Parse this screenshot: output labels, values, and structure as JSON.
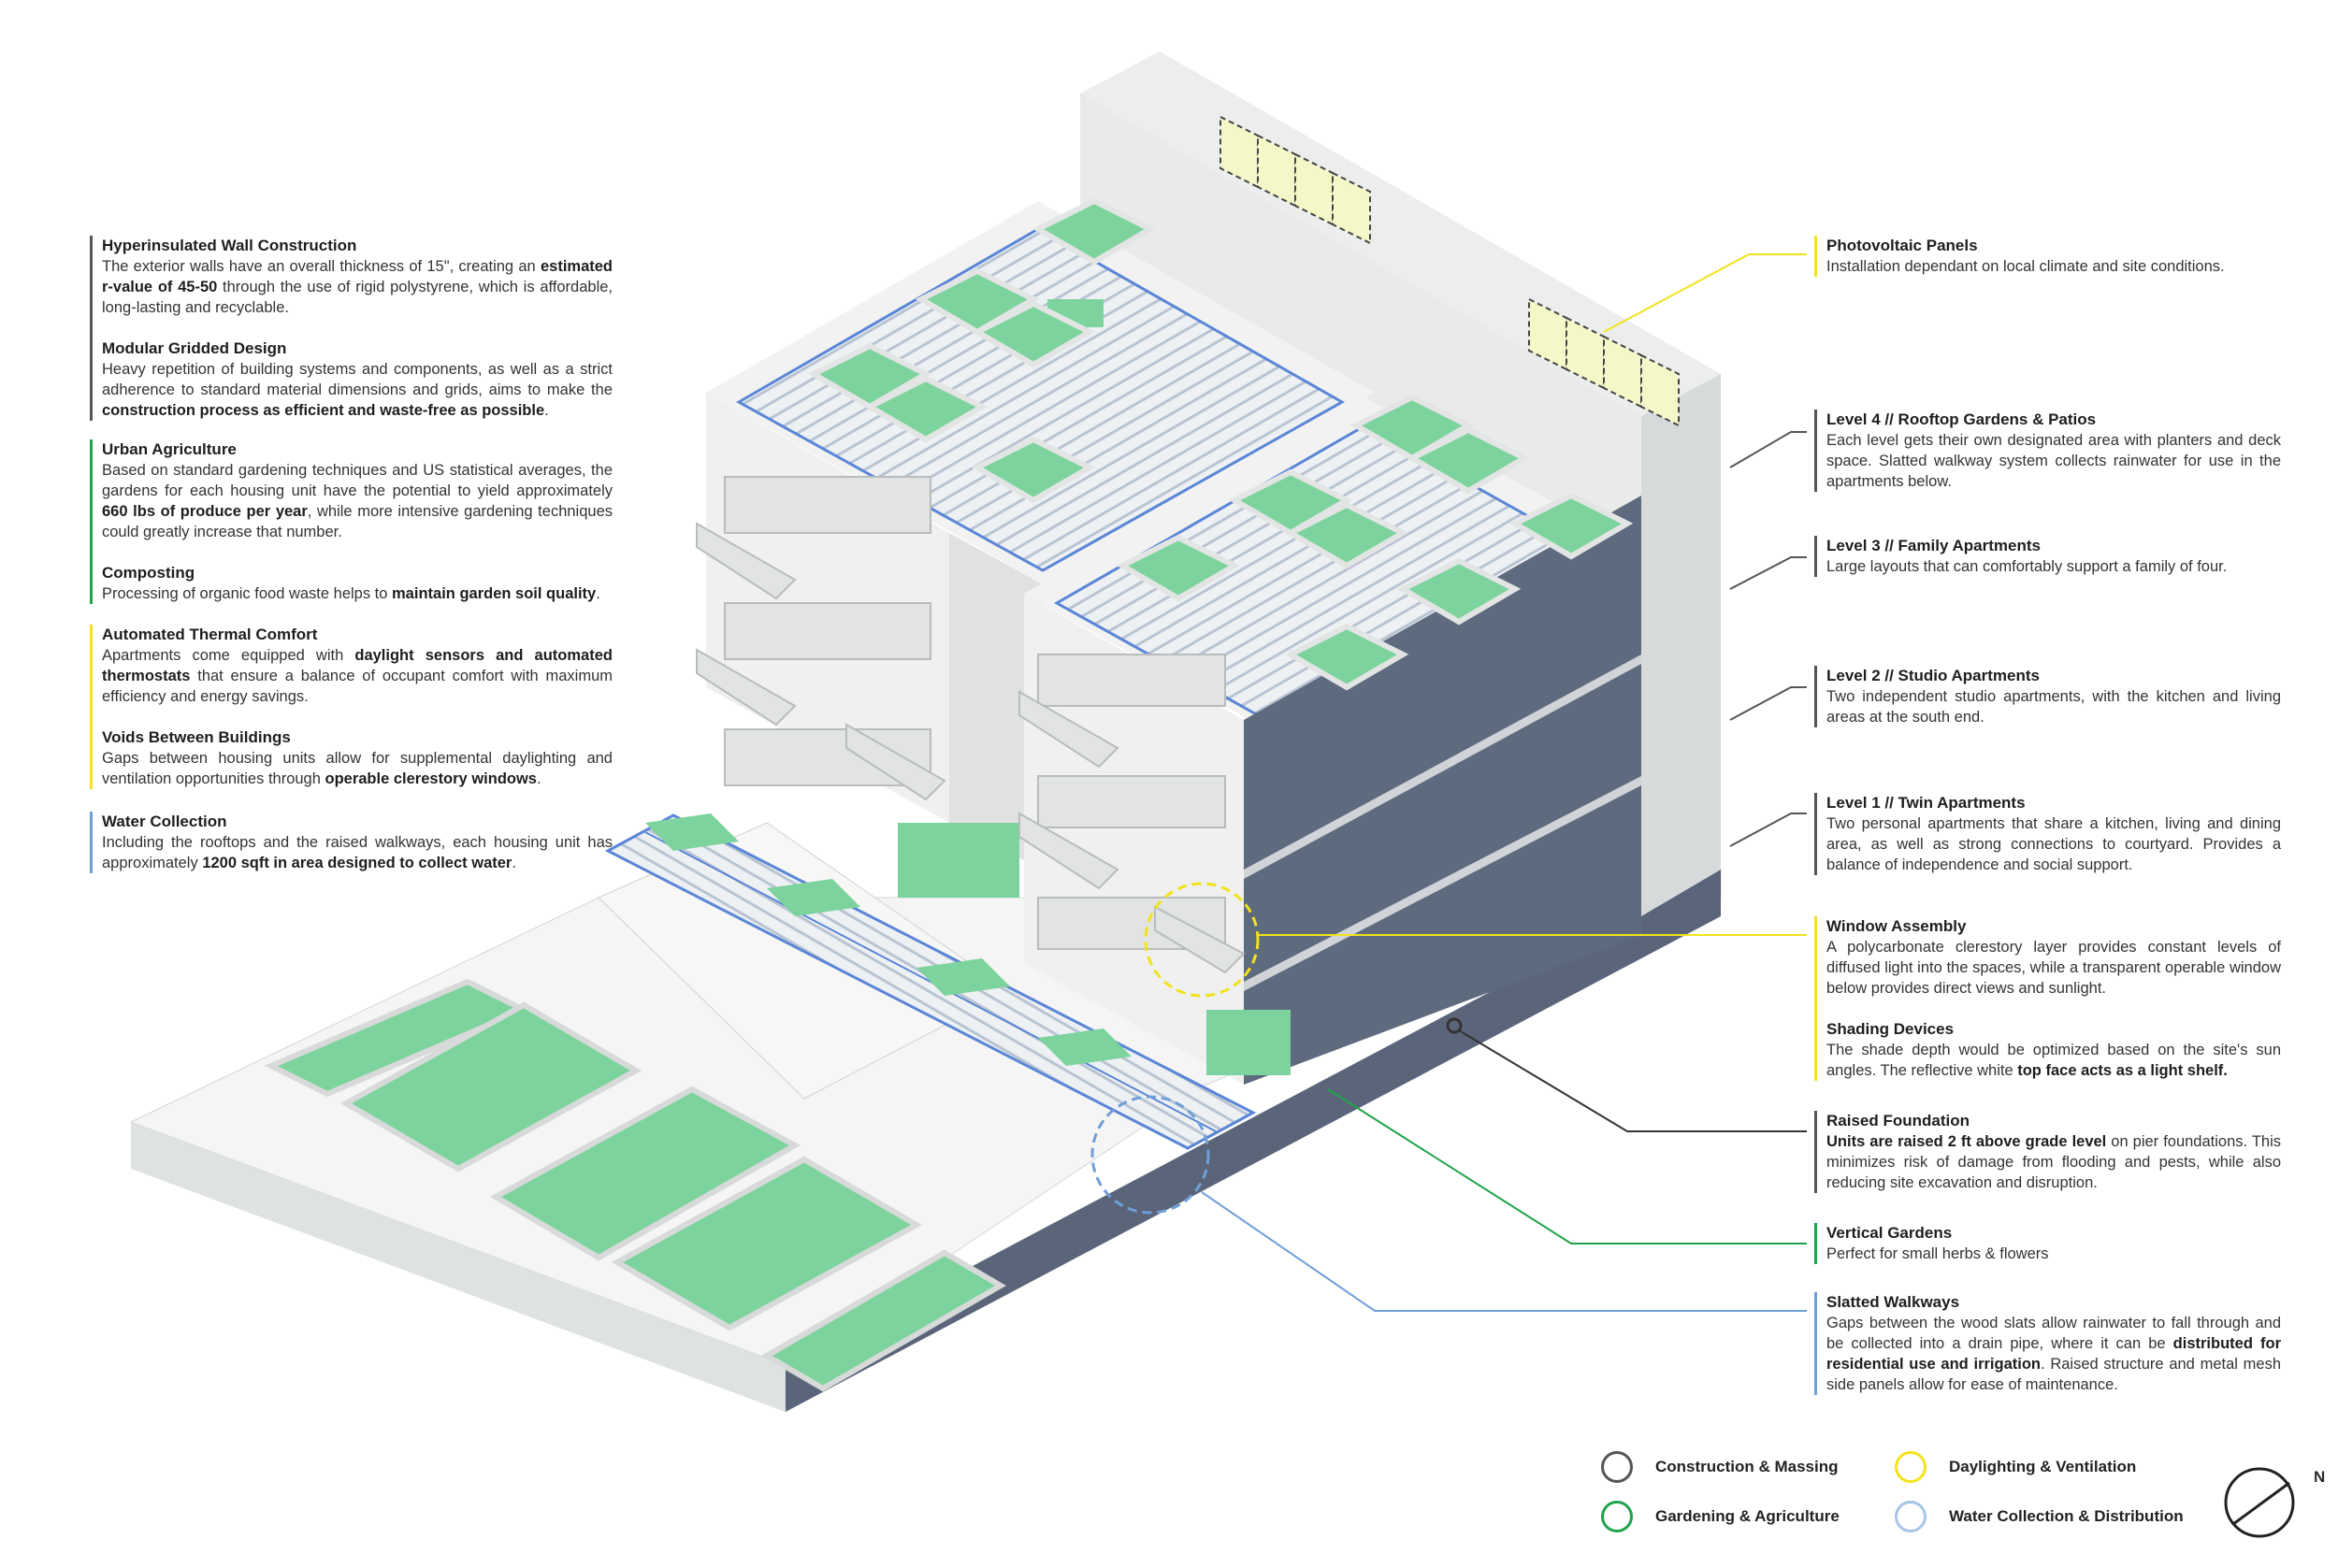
{
  "left_notes": [
    {
      "id": "wall",
      "category": "construction",
      "blocks": [
        {
          "title": "Hyperinsulated Wall Construction",
          "parts": [
            {
              "t": "The exterior walls have an overall thickness of 15\", creating an "
            },
            {
              "t": "estimated r-value of 45-50",
              "b": true
            },
            {
              "t": " through the use of rigid polystyrene, which is affordable, long-lasting and recyclable."
            }
          ]
        },
        {
          "title": "Modular Gridded Design",
          "parts": [
            {
              "t": "Heavy repetition of building systems and components, as well as a strict adherence to standard material dimensions and grids, aims to make the "
            },
            {
              "t": "construction process as efficient and waste-free as possible",
              "b": true
            },
            {
              "t": "."
            }
          ]
        }
      ]
    },
    {
      "id": "agri",
      "category": "garden",
      "blocks": [
        {
          "title": "Urban Agriculture",
          "parts": [
            {
              "t": "Based on standard gardening techniques and US statistical averages, the gardens for each housing unit have the potential to yield approximately "
            },
            {
              "t": "660 lbs of produce per year",
              "b": true
            },
            {
              "t": ", while more intensive gardening techniques could greatly increase that number."
            }
          ]
        },
        {
          "title": "Composting",
          "parts": [
            {
              "t": "Processing of organic food waste helps to "
            },
            {
              "t": "maintain garden soil quality",
              "b": true
            },
            {
              "t": "."
            }
          ]
        }
      ]
    },
    {
      "id": "thermal",
      "category": "daylight",
      "blocks": [
        {
          "title": "Automated Thermal Comfort",
          "parts": [
            {
              "t": "Apartments come equipped with "
            },
            {
              "t": "daylight sensors and automated thermostats",
              "b": true
            },
            {
              "t": " that ensure a balance of occupant comfort with maximum efficiency and energy savings."
            }
          ]
        },
        {
          "title": "Voids Between Buildings",
          "parts": [
            {
              "t": "Gaps between housing units allow for supplemental daylighting and ventilation opportunities through "
            },
            {
              "t": "operable clerestory windows",
              "b": true
            },
            {
              "t": "."
            }
          ]
        }
      ]
    },
    {
      "id": "water",
      "category": "water",
      "blocks": [
        {
          "title": "Water Collection",
          "parts": [
            {
              "t": "Including the rooftops and the raised walkways, each housing unit has approximately "
            },
            {
              "t": "1200 sqft in area designed to collect water",
              "b": true
            },
            {
              "t": "."
            }
          ]
        }
      ]
    }
  ],
  "right_notes": [
    {
      "id": "pv",
      "category": "daylight",
      "blocks": [
        {
          "title": "Photovoltaic Panels",
          "parts": [
            {
              "t": "Installation dependant on local climate and site conditions."
            }
          ]
        }
      ]
    },
    {
      "id": "l4",
      "category": "construction",
      "blocks": [
        {
          "title": "Level 4 // Rooftop Gardens & Patios",
          "parts": [
            {
              "t": "Each level gets their own designated area with planters and deck space. Slatted walkway system collects rainwater for use in the apartments below."
            }
          ]
        }
      ]
    },
    {
      "id": "l3",
      "category": "construction",
      "blocks": [
        {
          "title": "Level 3 // Family Apartments",
          "parts": [
            {
              "t": "Large layouts that can comfortably support a family of four."
            }
          ]
        }
      ]
    },
    {
      "id": "l2",
      "category": "construction",
      "blocks": [
        {
          "title": "Level 2 // Studio Apartments",
          "parts": [
            {
              "t": "Two independent studio apartments, with the kitchen and living areas at the south end."
            }
          ]
        }
      ]
    },
    {
      "id": "l1",
      "category": "construction",
      "blocks": [
        {
          "title": "Level 1 // Twin Apartments",
          "parts": [
            {
              "t": "Two personal apartments that share a kitchen, living and dining area, as well as strong connections to courtyard. Provides a balance of independence and social support."
            }
          ]
        }
      ]
    },
    {
      "id": "win",
      "category": "daylight",
      "blocks": [
        {
          "title": "Window Assembly",
          "parts": [
            {
              "t": "A polycarbonate clerestory layer provides constant levels of diffused light into the spaces, while a transparent operable window below provides direct views and sunlight."
            }
          ]
        },
        {
          "title": "Shading Devices",
          "parts": [
            {
              "t": "The shade depth would be optimized based on the site's sun angles. The reflective white "
            },
            {
              "t": "top face acts as a light shelf.",
              "b": true
            }
          ]
        }
      ]
    },
    {
      "id": "found",
      "category": "construction",
      "blocks": [
        {
          "title": "Raised Foundation",
          "parts": [
            {
              "t": "Units are raised 2 ft above grade level",
              "b": true
            },
            {
              "t": " on pier foundations. This minimizes risk of damage from flooding and pests, while also reducing site excavation and disruption."
            }
          ]
        }
      ]
    },
    {
      "id": "vgard",
      "category": "garden",
      "blocks": [
        {
          "title": "Vertical Gardens",
          "parts": [
            {
              "t": "Perfect for small herbs & flowers"
            }
          ]
        }
      ]
    },
    {
      "id": "slat",
      "category": "water",
      "blocks": [
        {
          "title": "Slatted Walkways",
          "parts": [
            {
              "t": "Gaps between the wood slats allow rainwater to fall through and be collected into a drain pipe, where it can be "
            },
            {
              "t": "distributed for residential use and irrigation",
              "b": true
            },
            {
              "t": ". Raised structure and metal mesh side panels allow for ease of maintenance."
            }
          ]
        }
      ]
    }
  ],
  "legend": [
    {
      "id": "construction",
      "label": "Construction & Massing",
      "color": "#555555"
    },
    {
      "id": "daylight",
      "label": "Daylighting & Ventilation",
      "color": "#f2e31b"
    },
    {
      "id": "garden",
      "label": "Gardening & Agriculture",
      "color": "#1fa34a"
    },
    {
      "id": "water",
      "label": "Water Collection & Distribution",
      "color": "#a9c4e6"
    }
  ],
  "north_label": "N",
  "colors": {
    "construction": "#555555",
    "garden": "#1fa34a",
    "daylight": "#f2e31b",
    "water": "#6f9fd8",
    "planter": "#7dd39d",
    "wall_light": "#f1f2f0",
    "wall_mid": "#dfe2e0",
    "wall_dark": "#c8ccce",
    "interior": "#5e6a7d",
    "slat_blue": "#5b86d6"
  }
}
